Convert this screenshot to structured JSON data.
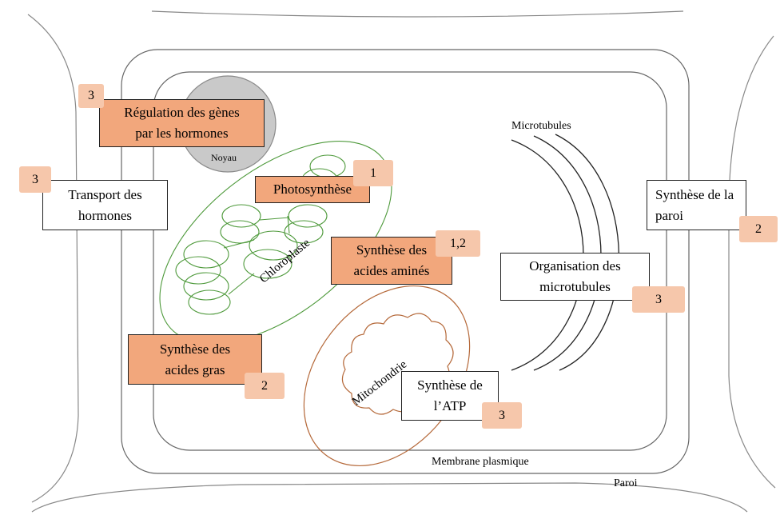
{
  "labels": {
    "noyau": "Noyau",
    "chloroplaste": "Chloroplaste",
    "mitochondrie": "Mitochondrie",
    "microtubules": "Microtubules",
    "membrane": "Membrane plasmique",
    "paroi": "Paroi"
  },
  "boxes": {
    "regulation": {
      "line1": "Régulation des gènes",
      "line2": "par les hormones",
      "badge": "3",
      "highlighted": true
    },
    "transport": {
      "line1": "Transport des",
      "line2": "hormones",
      "badge": "3",
      "highlighted": false
    },
    "photosynthese": {
      "line1": "Photosynthèse",
      "badge": "1",
      "highlighted": true
    },
    "acides_amines": {
      "line1": "Synthèse des",
      "line2": "acides aminés",
      "badge": "1,2",
      "highlighted": true
    },
    "acides_gras": {
      "line1": "Synthèse des",
      "line2": "acides gras",
      "badge": "2",
      "highlighted": true
    },
    "atp": {
      "line1": "Synthèse de",
      "line2": "l’ATP",
      "badge": "3",
      "highlighted": false
    },
    "microtubules_org": {
      "line1": "Organisation des",
      "line2": "microtubules",
      "badge": "3",
      "highlighted": false
    },
    "paroi_synthese": {
      "line1": "Synthèse de la",
      "line2": "paroi",
      "badge": "2",
      "highlighted": false
    }
  },
  "colors": {
    "highlight": "#f2a77c",
    "badge": "#f6c7ab",
    "chloroplast": "#4f9a3c",
    "mitochondria": "#b5693a",
    "nucleus": "#c9c9c9"
  }
}
